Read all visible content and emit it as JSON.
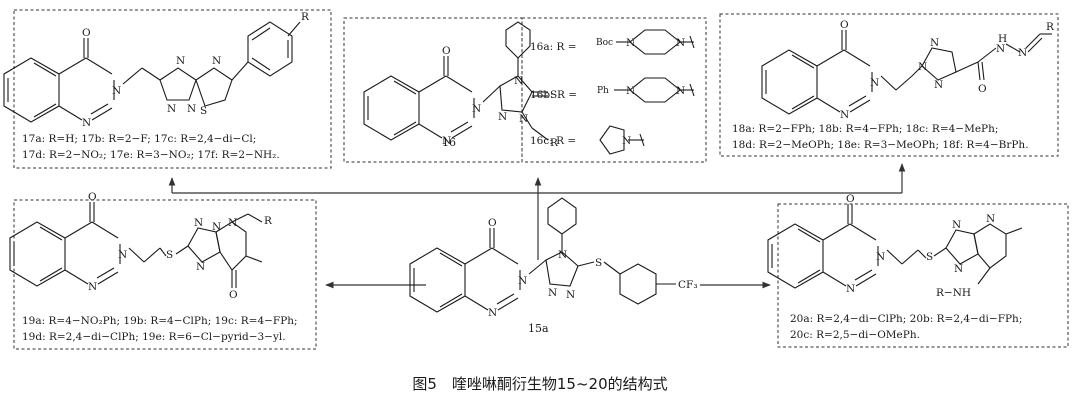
{
  "caption": "图5　喹唑啉酮衍生物15~20的结构式",
  "compound_15": {
    "label": "15a",
    "atoms": {
      "o": "O",
      "n1": "N",
      "n2": "N",
      "n3": "N",
      "n4": "N",
      "n5": "N",
      "s": "S",
      "cf3": "CF₃"
    }
  },
  "compound_16": {
    "label": "16",
    "atoms": {
      "o": "O",
      "n1": "N",
      "n2": "N",
      "n3": "N",
      "n4": "N",
      "n5": "N",
      "s": "S",
      "r": "R"
    },
    "substituents": [
      {
        "label": "16a: R =",
        "group": "Boc"
      },
      {
        "label": "16b: R =",
        "group": "Ph"
      },
      {
        "label": "16c: R =",
        "group": ""
      }
    ]
  },
  "compound_17": {
    "atoms": {
      "o": "O",
      "r": "R",
      "n": "N",
      "s": "S"
    },
    "legend": [
      "17a: R=H;        17b: R=2−F;      17c: R=2,4−di−Cl;",
      "17d: R=2−NO₂; 17e: R=3−NO₂; 17f: R=2−NH₂."
    ]
  },
  "compound_18": {
    "atoms": {
      "o": "O",
      "r": "R",
      "n": "N",
      "nh": "H"
    },
    "legend": [
      "18a: R=2−FPh;         18b: R=4−FPh;          18c: R=4−MePh;",
      "18d: R=2−MeOPh; 18e: R=3−MeOPh; 18f: R=4−BrPh."
    ]
  },
  "compound_19": {
    "atoms": {
      "o": "O",
      "r": "R",
      "n": "N",
      "s": "S"
    },
    "legend": [
      "19a: R=4−NO₂Ph; 19b: R=4−ClPh; 19c: R=4−FPh;",
      "19d: R=2,4−di−ClPh; 19e: R=6−Cl−pyrid−3−yl."
    ]
  },
  "compound_20": {
    "atoms": {
      "o": "O",
      "n": "N",
      "s": "S",
      "rnh": "R−NH"
    },
    "legend": [
      "20a: R=2,4−di−ClPh; 20b: R=2,4−di−FPh;",
      "20c: R=2,5−di−OMePh."
    ]
  }
}
